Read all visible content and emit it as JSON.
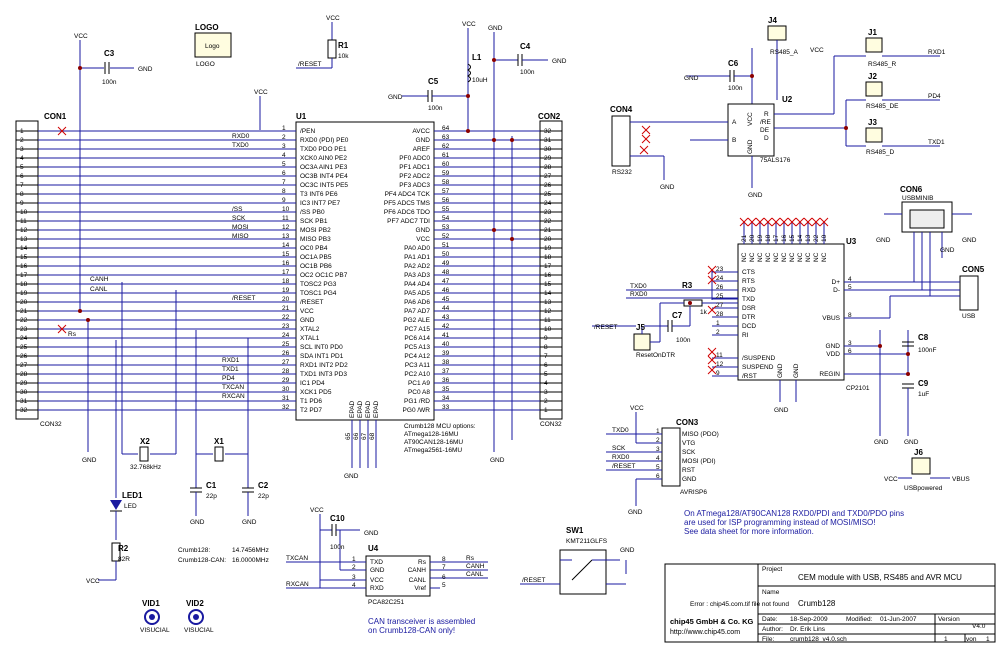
{
  "con1": {
    "ref": "CON1",
    "value": "CON32",
    "pins": [
      "1",
      "2",
      "3",
      "4",
      "5",
      "6",
      "7",
      "8",
      "9",
      "10",
      "11",
      "12",
      "13",
      "14",
      "15",
      "16",
      "17",
      "18",
      "19",
      "20",
      "21",
      "22",
      "23",
      "24",
      "25",
      "26",
      "27",
      "28",
      "29",
      "30",
      "31",
      "32"
    ]
  },
  "con2": {
    "ref": "CON2",
    "value": "CON32",
    "pins": [
      "32",
      "31",
      "30",
      "29",
      "28",
      "27",
      "26",
      "25",
      "24",
      "23",
      "22",
      "21",
      "20",
      "19",
      "18",
      "17",
      "16",
      "15",
      "14",
      "13",
      "12",
      "11",
      "10",
      "9",
      "8",
      "7",
      "6",
      "5",
      "4",
      "3",
      "2",
      "1"
    ]
  },
  "u1": {
    "ref": "U1",
    "left_pins": [
      {
        "n": "1",
        "name": "/PEN"
      },
      {
        "n": "2",
        "name": "RXD0 (PDI) PE0"
      },
      {
        "n": "3",
        "name": "TXD0 PDO PE1"
      },
      {
        "n": "4",
        "name": "XCK0 AIN0 PE2"
      },
      {
        "n": "5",
        "name": "OC3A AIN1 PE3"
      },
      {
        "n": "6",
        "name": "OC3B INT4 PE4"
      },
      {
        "n": "7",
        "name": "OC3C INT5 PE5"
      },
      {
        "n": "8",
        "name": "T3 INT6 PE6"
      },
      {
        "n": "9",
        "name": "IC3 INT7 PE7"
      },
      {
        "n": "10",
        "name": "/SS PB0"
      },
      {
        "n": "11",
        "name": "SCK PB1"
      },
      {
        "n": "12",
        "name": "MOSI PB2"
      },
      {
        "n": "13",
        "name": "MISO PB3"
      },
      {
        "n": "14",
        "name": "OC0 PB4"
      },
      {
        "n": "15",
        "name": "OC1A PB5"
      },
      {
        "n": "16",
        "name": "OC1B PB6"
      },
      {
        "n": "17",
        "name": "OC2 OC1C PB7"
      },
      {
        "n": "18",
        "name": "TOSC2 PG3"
      },
      {
        "n": "19",
        "name": "TOSC1 PG4"
      },
      {
        "n": "20",
        "name": "/RESET"
      },
      {
        "n": "21",
        "name": "VCC"
      },
      {
        "n": "22",
        "name": "GND"
      },
      {
        "n": "23",
        "name": "XTAL2"
      },
      {
        "n": "24",
        "name": "XTAL1"
      },
      {
        "n": "25",
        "name": "SCL INT0 PD0"
      },
      {
        "n": "26",
        "name": "SDA INT1 PD1"
      },
      {
        "n": "27",
        "name": "RXD1 INT2 PD2"
      },
      {
        "n": "28",
        "name": "TXD1 INT3 PD3"
      },
      {
        "n": "29",
        "name": "IC1 PD4"
      },
      {
        "n": "30",
        "name": "XCK1 PD5"
      },
      {
        "n": "31",
        "name": "T1 PD6"
      },
      {
        "n": "32",
        "name": "T2 PD7"
      }
    ],
    "right_pins": [
      {
        "n": "64",
        "name": "AVCC"
      },
      {
        "n": "63",
        "name": "GND"
      },
      {
        "n": "62",
        "name": "AREF"
      },
      {
        "n": "61",
        "name": "PF0 ADC0"
      },
      {
        "n": "60",
        "name": "PF1 ADC1"
      },
      {
        "n": "59",
        "name": "PF2 ADC2"
      },
      {
        "n": "58",
        "name": "PF3 ADC3"
      },
      {
        "n": "57",
        "name": "PF4 ADC4 TCK"
      },
      {
        "n": "56",
        "name": "PF5 ADC5 TMS"
      },
      {
        "n": "55",
        "name": "PF6 ADC6 TDO"
      },
      {
        "n": "54",
        "name": "PF7 ADC7 TDI"
      },
      {
        "n": "53",
        "name": "GND"
      },
      {
        "n": "52",
        "name": "VCC"
      },
      {
        "n": "51",
        "name": "PA0 AD0"
      },
      {
        "n": "50",
        "name": "PA1 AD1"
      },
      {
        "n": "49",
        "name": "PA2 AD2"
      },
      {
        "n": "48",
        "name": "PA3 AD3"
      },
      {
        "n": "47",
        "name": "PA4 AD4"
      },
      {
        "n": "46",
        "name": "PA5 AD5"
      },
      {
        "n": "45",
        "name": "PA6 AD6"
      },
      {
        "n": "44",
        "name": "PA7 AD7"
      },
      {
        "n": "43",
        "name": "PG2 ALE"
      },
      {
        "n": "42",
        "name": "PC7 A15"
      },
      {
        "n": "41",
        "name": "PC6 A14"
      },
      {
        "n": "40",
        "name": "PC5 A13"
      },
      {
        "n": "39",
        "name": "PC4 A12"
      },
      {
        "n": "38",
        "name": "PC3 A11"
      },
      {
        "n": "37",
        "name": "PC2 A10"
      },
      {
        "n": "36",
        "name": "PC1 A9"
      },
      {
        "n": "35",
        "name": "PC0 A8"
      },
      {
        "n": "34",
        "name": "PG1 /RD"
      },
      {
        "n": "33",
        "name": "PG0 /WR"
      }
    ],
    "epad": [
      "EPAD",
      "EPAD",
      "EPAD",
      "EPAD"
    ],
    "epad_nums": [
      "65",
      "66",
      "67",
      "68"
    ],
    "note": [
      "Crumb128 MCU options:",
      "ATmega128-16MU",
      "AT90CAN128-16MU",
      "ATmega2561-16MU"
    ]
  },
  "nets_left": {
    "rxd0": "RXD0",
    "txd0": "TXD0",
    "ss": "/SS",
    "sck": "SCK",
    "mosi": "MOSI",
    "miso": "MISO",
    "canh": "CANH",
    "canl": "CANL",
    "reset": "/RESET",
    "rs": "Rs",
    "rxd1": "RXD1",
    "txd1": "TXD1",
    "pd4": "PD4",
    "txcan": "TXCAN",
    "rxcan": "RXCAN"
  },
  "power": {
    "vcc": "VCC",
    "gnd": "GND"
  },
  "parts": {
    "logo": {
      "ref": "LOGO",
      "text": "Logo",
      "value": "LOGO"
    },
    "c3": {
      "ref": "C3",
      "value": "100n"
    },
    "r1": {
      "ref": "R1",
      "value": "10k",
      "net": "/RESET"
    },
    "l1": {
      "ref": "L1",
      "value": "10uH"
    },
    "c4": {
      "ref": "C4",
      "value": "100n"
    },
    "c5": {
      "ref": "C5",
      "value": "100n"
    },
    "x2": {
      "ref": "X2",
      "value": "32.768kHz"
    },
    "x1": {
      "ref": "X1"
    },
    "c1": {
      "ref": "C1",
      "value": "22p"
    },
    "c2": {
      "ref": "C2",
      "value": "22p"
    },
    "led1": {
      "ref": "LED1",
      "value": "LED"
    },
    "r2": {
      "ref": "R2",
      "value": "82R"
    },
    "vid1": {
      "ref": "VID1",
      "value": "VISUCIAL"
    },
    "vid2": {
      "ref": "VID2",
      "value": "VISUCIAL"
    },
    "freq": {
      "l1": "Crumb128:",
      "v1": "14.7456MHz",
      "l2": "Crumb128-CAN:",
      "v2": "16.0000MHz"
    },
    "j4": {
      "ref": "J4",
      "value": "RS485_A"
    },
    "c6": {
      "ref": "C6",
      "value": "100n"
    },
    "u2": {
      "ref": "U2",
      "value": "75ALS176",
      "pins": [
        "A",
        "B",
        "VCC",
        "GND",
        "R",
        "/RE",
        "DE",
        "D"
      ]
    },
    "con4": {
      "ref": "CON4",
      "value": "RS232"
    },
    "j1": {
      "ref": "J1",
      "value": "RS485_R",
      "net": "RXD1"
    },
    "j2": {
      "ref": "J2",
      "value": "RS485_DE",
      "net": "PD4"
    },
    "j3": {
      "ref": "J3",
      "value": "RS485_D",
      "net": "TXD1"
    },
    "con6": {
      "ref": "CON6",
      "value": "USBMINIB"
    },
    "con5": {
      "ref": "CON5",
      "value": "USB"
    },
    "u3": {
      "ref": "U3",
      "value": "CP2101",
      "left_pins": [
        [
          "23",
          "CTS"
        ],
        [
          "24",
          "RTS"
        ],
        [
          "26",
          "RXD"
        ],
        [
          "25",
          "TXD"
        ],
        [
          "27",
          "DSR"
        ],
        [
          "28",
          "DTR"
        ],
        [
          "1",
          "DCD"
        ],
        [
          "2",
          "RI"
        ],
        [
          "11",
          "/SUSPEND"
        ],
        [
          "12",
          "SUSPEND"
        ],
        [
          "9",
          "/RST"
        ]
      ],
      "right_pins": [
        [
          "4",
          "D+"
        ],
        [
          "5",
          "D-"
        ],
        [
          "8",
          "VBUS"
        ],
        [
          "3",
          "GND"
        ],
        [
          "6",
          "VDD"
        ],
        [
          "",
          "REGIN"
        ]
      ],
      "top_pins": [
        "21",
        "20",
        "19",
        "18",
        "17",
        "16",
        "15",
        "14",
        "13",
        "22",
        "10"
      ],
      "bottom": [
        "GND",
        "GND"
      ]
    },
    "r3": {
      "ref": "R3",
      "value": "1k"
    },
    "c7": {
      "ref": "C7",
      "value": "100n"
    },
    "j5": {
      "ref": "J5",
      "value": "ResetOnDTR"
    },
    "c8": {
      "ref": "C8",
      "value": "100nF"
    },
    "c9": {
      "ref": "C9",
      "value": "1uF"
    },
    "con3": {
      "ref": "CON3",
      "value": "AVRISP6",
      "pins": [
        "MISO (PDO)",
        "VTG",
        "SCK",
        "MOSI (PDI)",
        "RST",
        "GND"
      ]
    },
    "j6": {
      "ref": "J6",
      "value": "USBpowered",
      "net": "VBUS"
    },
    "c10": {
      "ref": "C10",
      "value": "100n"
    },
    "u4": {
      "ref": "U4",
      "value": "PCA82C251",
      "left": [
        "TXD",
        "GND",
        "VCC",
        "RXD"
      ],
      "right": [
        "Rs",
        "CANH",
        "CANL",
        "Vref"
      ]
    },
    "sw1": {
      "ref": "SW1",
      "value": "KMT211GLFS"
    }
  },
  "notes": {
    "isp": [
      "On ATmega128/AT90CAN128 RXD0/PDI and TXD0/PDO pins",
      "are used for ISP programming instead of MOSI/MISO!",
      "See data sheet for more information."
    ],
    "can": [
      "CAN transceiver is assembled",
      "on Crumb128-CAN only!"
    ]
  },
  "title_block": {
    "project_label": "Project",
    "project": "CEM module with USB, RS485 and AVR MCU",
    "name_label": "Name",
    "name": "Crumb128",
    "error": "Error : chip45.com.tif file not found",
    "company": "chip45 GmbH & Co. KG",
    "url": "http://www.chip45.com",
    "date_label": "Date:",
    "date": "18-Sep-2009",
    "modified_label": "Modified:",
    "modified": "01-Jun-2007",
    "version_label": "Version",
    "version": "V4.0",
    "author_label": "Author:",
    "author": "Dr. Erik Lins",
    "file_label": "File:",
    "file": "crumb128_v4.0.sch",
    "sheet": "1",
    "of": "von",
    "sheets": "1"
  }
}
